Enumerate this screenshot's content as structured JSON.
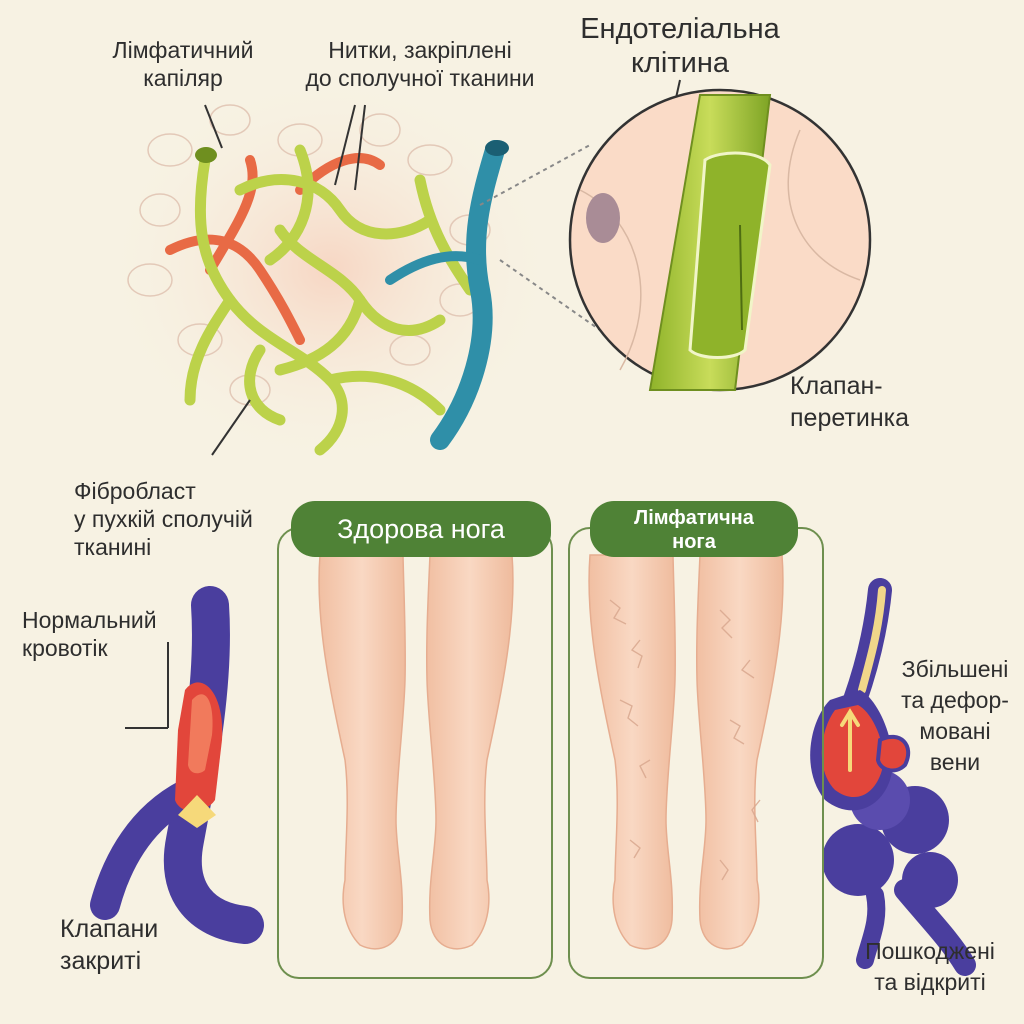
{
  "labels": {
    "lymph_capillary": [
      "Лімфатичний",
      "капіляр"
    ],
    "threads": [
      "Нитки, закріплені",
      "до сполучної тканини"
    ],
    "endothelial": [
      "Ендотеліальна",
      "клітина"
    ],
    "valve_membrane": [
      "Клапан-",
      "перетинка"
    ],
    "fibroblast": [
      "Фібробласт",
      "у пухкій сполучій",
      "тканині"
    ],
    "normal_flow": [
      "Нормальний",
      "кровотік"
    ],
    "valves_closed": [
      "Клапани",
      "закриті"
    ],
    "enlarged_veins": [
      "Збільшені",
      "та дефор-",
      "мовані",
      "вени"
    ],
    "damaged_open": [
      "Пошкоджені",
      "та відкриті"
    ]
  },
  "panels": {
    "healthy_title": "Здорова нога",
    "lymphatic_title": [
      "Лімфатична",
      "нога"
    ]
  },
  "colors": {
    "lymph_green": "#bcd24a",
    "accent_green": "#4f8236",
    "vein_blue": "#4a3e9e",
    "artery_red": "#e2463b",
    "capillary_teal": "#2f8fa8",
    "skin": "#f6cdb1"
  }
}
